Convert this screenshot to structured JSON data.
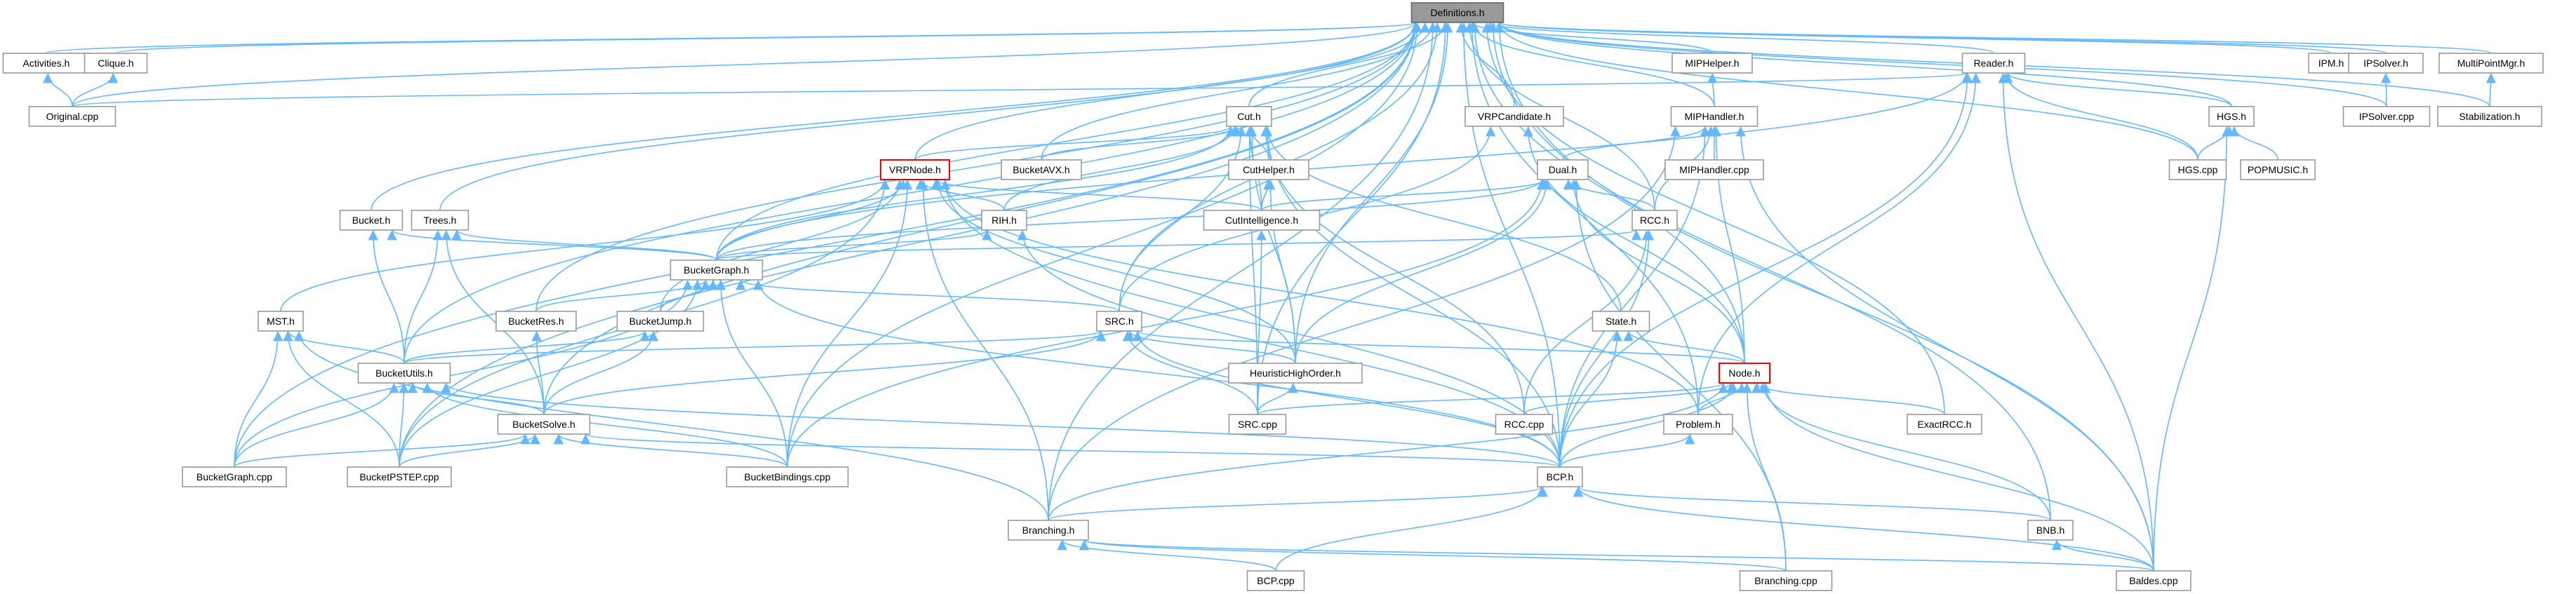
{
  "diagram": {
    "title": "",
    "nodes": [
      {
        "id": "Definitions.h",
        "label": "Definitions.h",
        "root": true
      },
      {
        "id": "Activities.h",
        "label": "Activities.h"
      },
      {
        "id": "Clique.h",
        "label": "Clique.h"
      },
      {
        "id": "Original.cpp",
        "label": "Original.cpp"
      },
      {
        "id": "Reader.h",
        "label": "Reader.h"
      },
      {
        "id": "MIPHelper.h",
        "label": "MIPHelper.h"
      },
      {
        "id": "IPM.h",
        "label": "IPM.h"
      },
      {
        "id": "IPSolver.h",
        "label": "IPSolver.h"
      },
      {
        "id": "MultiPointMgr.h",
        "label": "MultiPointMgr.h"
      },
      {
        "id": "IPSolver.cpp",
        "label": "IPSolver.cpp"
      },
      {
        "id": "Stabilization.h",
        "label": "Stabilization.h"
      },
      {
        "id": "HGS.h",
        "label": "HGS.h"
      },
      {
        "id": "HGS.cpp",
        "label": "HGS.cpp"
      },
      {
        "id": "POPMUSIC.h",
        "label": "POPMUSIC.h"
      },
      {
        "id": "Cut.h",
        "label": "Cut.h"
      },
      {
        "id": "VRPCandidate.h",
        "label": "VRPCandidate.h"
      },
      {
        "id": "MIPHandler.h",
        "label": "MIPHandler.h"
      },
      {
        "id": "MIPHandler.cpp",
        "label": "MIPHandler.cpp"
      },
      {
        "id": "VRPNode.h",
        "label": "VRPNode.h",
        "highlight": true
      },
      {
        "id": "BucketAVX.h",
        "label": "BucketAVX.h"
      },
      {
        "id": "CutHelper.h",
        "label": "CutHelper.h"
      },
      {
        "id": "Dual.h",
        "label": "Dual.h"
      },
      {
        "id": "RIH.h",
        "label": "RIH.h"
      },
      {
        "id": "CutIntelligence.h",
        "label": "CutIntelligence.h"
      },
      {
        "id": "RCC.h",
        "label": "RCC.h"
      },
      {
        "id": "Bucket.h",
        "label": "Bucket.h"
      },
      {
        "id": "Trees.h",
        "label": "Trees.h"
      },
      {
        "id": "BucketGraph.h",
        "label": "BucketGraph.h"
      },
      {
        "id": "MST.h",
        "label": "MST.h"
      },
      {
        "id": "BucketRes.h",
        "label": "BucketRes.h"
      },
      {
        "id": "BucketJump.h",
        "label": "BucketJump.h"
      },
      {
        "id": "SRC.h",
        "label": "SRC.h"
      },
      {
        "id": "State.h",
        "label": "State.h"
      },
      {
        "id": "BucketUtils.h",
        "label": "BucketUtils.h"
      },
      {
        "id": "HeuristicHighOrder.h",
        "label": "HeuristicHighOrder.h"
      },
      {
        "id": "Node.h",
        "label": "Node.h",
        "highlight": true
      },
      {
        "id": "BucketSolve.h",
        "label": "BucketSolve.h"
      },
      {
        "id": "SRC.cpp",
        "label": "SRC.cpp"
      },
      {
        "id": "RCC.cpp",
        "label": "RCC.cpp"
      },
      {
        "id": "Problem.h",
        "label": "Problem.h"
      },
      {
        "id": "ExactRCC.h",
        "label": "ExactRCC.h"
      },
      {
        "id": "BucketGraph.cpp",
        "label": "BucketGraph.cpp"
      },
      {
        "id": "BucketPSTEP.cpp",
        "label": "BucketPSTEP.cpp"
      },
      {
        "id": "BucketBindings.cpp",
        "label": "BucketBindings.cpp"
      },
      {
        "id": "BCP.h",
        "label": "BCP.h"
      },
      {
        "id": "Branching.h",
        "label": "Branching.h"
      },
      {
        "id": "BNB.h",
        "label": "BNB.h"
      },
      {
        "id": "BCP.cpp",
        "label": "BCP.cpp"
      },
      {
        "id": "Branching.cpp",
        "label": "Branching.cpp"
      },
      {
        "id": "Baldes.cpp",
        "label": "Baldes.cpp"
      }
    ],
    "edges": [
      [
        "Activities.h",
        "Definitions.h"
      ],
      [
        "Clique.h",
        "Definitions.h"
      ],
      [
        "Original.cpp",
        "Definitions.h"
      ],
      [
        "Reader.h",
        "Definitions.h"
      ],
      [
        "MIPHelper.h",
        "Definitions.h"
      ],
      [
        "IPM.h",
        "Definitions.h"
      ],
      [
        "IPSolver.h",
        "Definitions.h"
      ],
      [
        "MultiPointMgr.h",
        "Definitions.h"
      ],
      [
        "IPSolver.cpp",
        "Definitions.h"
      ],
      [
        "Stabilization.h",
        "Definitions.h"
      ],
      [
        "HGS.h",
        "Definitions.h"
      ],
      [
        "HGS.cpp",
        "Definitions.h"
      ],
      [
        "Cut.h",
        "Definitions.h"
      ],
      [
        "VRPCandidate.h",
        "Definitions.h"
      ],
      [
        "MIPHandler.h",
        "Definitions.h"
      ],
      [
        "VRPNode.h",
        "Definitions.h"
      ],
      [
        "BucketAVX.h",
        "Definitions.h"
      ],
      [
        "RCC.h",
        "Definitions.h"
      ],
      [
        "Bucket.h",
        "Definitions.h"
      ],
      [
        "Trees.h",
        "Definitions.h"
      ],
      [
        "BucketGraph.h",
        "Definitions.h"
      ],
      [
        "BucketRes.h",
        "Definitions.h"
      ],
      [
        "SRC.h",
        "Definitions.h"
      ],
      [
        "BucketUtils.h",
        "Definitions.h"
      ],
      [
        "HeuristicHighOrder.h",
        "Definitions.h"
      ],
      [
        "Node.h",
        "Definitions.h"
      ],
      [
        "BucketSolve.h",
        "Definitions.h"
      ],
      [
        "SRC.cpp",
        "Definitions.h"
      ],
      [
        "Problem.h",
        "Definitions.h"
      ],
      [
        "ExactRCC.h",
        "Definitions.h"
      ],
      [
        "BucketGraph.cpp",
        "Definitions.h"
      ],
      [
        "BucketPSTEP.cpp",
        "Definitions.h"
      ],
      [
        "BucketBindings.cpp",
        "Definitions.h"
      ],
      [
        "BCP.h",
        "Definitions.h"
      ],
      [
        "Branching.h",
        "Definitions.h"
      ],
      [
        "BNB.h",
        "Definitions.h"
      ],
      [
        "Baldes.cpp",
        "Definitions.h"
      ],
      [
        "Original.cpp",
        "Activities.h"
      ],
      [
        "Original.cpp",
        "Clique.h"
      ],
      [
        "Original.cpp",
        "Reader.h"
      ],
      [
        "IPSolver.cpp",
        "IPSolver.h"
      ],
      [
        "Stabilization.h",
        "MultiPointMgr.h"
      ],
      [
        "HGS.h",
        "Reader.h"
      ],
      [
        "HGS.cpp",
        "HGS.h"
      ],
      [
        "POPMUSIC.h",
        "HGS.h"
      ],
      [
        "Baldes.cpp",
        "HGS.h"
      ],
      [
        "MIPHandler.h",
        "MIPHelper.h"
      ],
      [
        "MIPHandler.cpp",
        "MIPHandler.h"
      ],
      [
        "Dual.h",
        "MIPHandler.h"
      ],
      [
        "RCC.h",
        "MIPHandler.h"
      ],
      [
        "Node.h",
        "MIPHandler.h"
      ],
      [
        "BCP.h",
        "MIPHandler.h"
      ],
      [
        "Baldes.cpp",
        "MIPHandler.h"
      ],
      [
        "Branching.h",
        "MIPHandler.h"
      ],
      [
        "VRPNode.h",
        "Cut.h"
      ],
      [
        "BucketAVX.h",
        "Cut.h"
      ],
      [
        "CutHelper.h",
        "Cut.h"
      ],
      [
        "RIH.h",
        "Cut.h"
      ],
      [
        "CutIntelligence.h",
        "Cut.h"
      ],
      [
        "SRC.h",
        "Cut.h"
      ],
      [
        "State.h",
        "Cut.h"
      ],
      [
        "HeuristicHighOrder.h",
        "Cut.h"
      ],
      [
        "SRC.cpp",
        "Cut.h"
      ],
      [
        "RCC.cpp",
        "Cut.h"
      ],
      [
        "BCP.h",
        "Cut.h"
      ],
      [
        "BucketGraph.h",
        "Cut.h"
      ],
      [
        "Node.h",
        "VRPCandidate.h"
      ],
      [
        "SRC.h",
        "VRPCandidate.h"
      ],
      [
        "CutIntelligence.h",
        "CutHelper.h"
      ],
      [
        "HeuristicHighOrder.h",
        "CutHelper.h"
      ],
      [
        "BucketGraph.h",
        "VRPNode.h"
      ],
      [
        "RIH.h",
        "VRPNode.h"
      ],
      [
        "MST.h",
        "VRPNode.h"
      ],
      [
        "BucketJump.h",
        "VRPNode.h"
      ],
      [
        "CutIntelligence.h",
        "VRPNode.h"
      ],
      [
        "HeuristicHighOrder.h",
        "VRPNode.h"
      ],
      [
        "Problem.h",
        "VRPNode.h"
      ],
      [
        "BCP.h",
        "VRPNode.h"
      ],
      [
        "Branching.h",
        "VRPNode.h"
      ],
      [
        "BucketBindings.cpp",
        "VRPNode.h"
      ],
      [
        "BucketPSTEP.cpp",
        "VRPNode.h"
      ],
      [
        "CutIntelligence.h",
        "Dual.h"
      ],
      [
        "RCC.h",
        "Dual.h"
      ],
      [
        "BucketGraph.h",
        "Dual.h"
      ],
      [
        "Node.h",
        "Dual.h"
      ],
      [
        "HeuristicHighOrder.h",
        "Dual.h"
      ],
      [
        "BucketBindings.cpp",
        "Dual.h"
      ],
      [
        "Branching.cpp",
        "Dual.h"
      ],
      [
        "BucketGraph.h",
        "RIH.h"
      ],
      [
        "BCP.h",
        "RIH.h"
      ],
      [
        "SRC.cpp",
        "CutIntelligence.h"
      ],
      [
        "BucketGraph.h",
        "RCC.h"
      ],
      [
        "RCC.cpp",
        "RCC.h"
      ],
      [
        "BCP.h",
        "RCC.h"
      ],
      [
        "BucketUtils.h",
        "Bucket.h"
      ],
      [
        "BucketGraph.h",
        "Bucket.h"
      ],
      [
        "BucketGraph.h",
        "Trees.h"
      ],
      [
        "BucketUtils.h",
        "Trees.h"
      ],
      [
        "BucketSolve.h",
        "Trees.h"
      ],
      [
        "BucketRes.h",
        "BucketGraph.h"
      ],
      [
        "BucketJump.h",
        "BucketGraph.h"
      ],
      [
        "SRC.h",
        "BucketGraph.h"
      ],
      [
        "BucketGraph.cpp",
        "BucketGraph.h"
      ],
      [
        "BucketBindings.cpp",
        "BucketGraph.h"
      ],
      [
        "BCP.h",
        "BucketGraph.h"
      ],
      [
        "BucketPSTEP.cpp",
        "BucketGraph.h"
      ],
      [
        "BucketUtils.h",
        "MST.h"
      ],
      [
        "BucketGraph.cpp",
        "MST.h"
      ],
      [
        "BucketPSTEP.cpp",
        "MST.h"
      ],
      [
        "Branching.h",
        "MST.h"
      ],
      [
        "BucketSolve.h",
        "BucketRes.h"
      ],
      [
        "BucketUtils.h",
        "BucketJump.h"
      ],
      [
        "BucketSolve.h",
        "BucketJump.h"
      ],
      [
        "BucketUtils.h",
        "SRC.h"
      ],
      [
        "HeuristicHighOrder.h",
        "SRC.h"
      ],
      [
        "SRC.cpp",
        "SRC.h"
      ],
      [
        "Node.h",
        "SRC.h"
      ],
      [
        "BCP.h",
        "SRC.h"
      ],
      [
        "BucketSolve.h",
        "SRC.h"
      ],
      [
        "Node.h",
        "State.h"
      ],
      [
        "BCP.h",
        "State.h"
      ],
      [
        "BucketSolve.h",
        "BucketUtils.h"
      ],
      [
        "BucketGraph.cpp",
        "BucketUtils.h"
      ],
      [
        "BucketPSTEP.cpp",
        "BucketUtils.h"
      ],
      [
        "BucketBindings.cpp",
        "BucketUtils.h"
      ],
      [
        "BCP.h",
        "BucketUtils.h"
      ],
      [
        "SRC.cpp",
        "HeuristicHighOrder.h"
      ],
      [
        "SRC.cpp",
        "Node.h"
      ],
      [
        "RCC.cpp",
        "Node.h"
      ],
      [
        "Problem.h",
        "Node.h"
      ],
      [
        "ExactRCC.h",
        "Node.h"
      ],
      [
        "BCP.h",
        "Node.h"
      ],
      [
        "Branching.h",
        "Node.h"
      ],
      [
        "BNB.h",
        "Node.h"
      ],
      [
        "Branching.cpp",
        "Node.h"
      ],
      [
        "Baldes.cpp",
        "Node.h"
      ],
      [
        "BucketGraph.cpp",
        "BucketSolve.h"
      ],
      [
        "BucketPSTEP.cpp",
        "BucketSolve.h"
      ],
      [
        "BucketBindings.cpp",
        "BucketSolve.h"
      ],
      [
        "BCP.h",
        "BucketSolve.h"
      ],
      [
        "BCP.h",
        "Problem.h"
      ],
      [
        "Branching.h",
        "BCP.h"
      ],
      [
        "BNB.h",
        "BCP.h"
      ],
      [
        "BCP.cpp",
        "BCP.h"
      ],
      [
        "Baldes.cpp",
        "BCP.h"
      ],
      [
        "BCP.cpp",
        "Branching.h"
      ],
      [
        "Branching.cpp",
        "Branching.h"
      ],
      [
        "Baldes.cpp",
        "Branching.h"
      ],
      [
        "Baldes.cpp",
        "BNB.h"
      ],
      [
        "Baldes.cpp",
        "Reader.h"
      ],
      [
        "BCP.h",
        "Reader.h"
      ],
      [
        "Problem.h",
        "Reader.h"
      ],
      [
        "HGS.cpp",
        "Reader.h"
      ],
      [
        "BucketGraph.h",
        "Reader.h"
      ]
    ]
  }
}
